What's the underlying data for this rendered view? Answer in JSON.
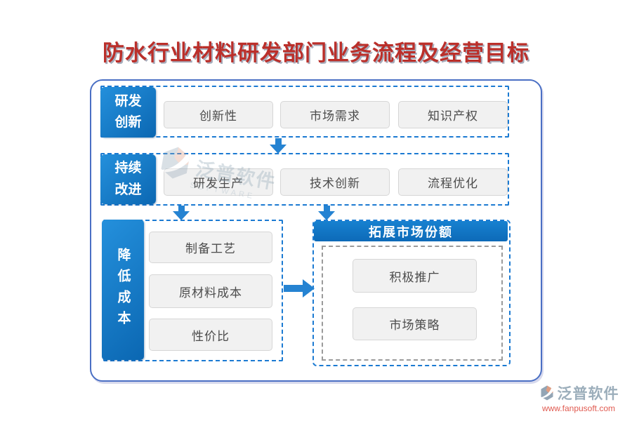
{
  "title": "防水行业材料研发部门业务流程及经营目标",
  "flow_rows": [
    {
      "label": "研发创新",
      "items": [
        "创新性",
        "市场需求",
        "知识产权"
      ]
    },
    {
      "label": "持续改进",
      "items": [
        "研发生产",
        "技术创新",
        "流程优化"
      ]
    }
  ],
  "cost_section": {
    "label": "降低成本",
    "items": [
      "制备工艺",
      "原材料成本",
      "性价比"
    ]
  },
  "market_section": {
    "header": "拓展市场份额",
    "items": [
      "积极推广",
      "市场策略"
    ]
  },
  "watermark_center": {
    "brand": "泛普软件",
    "subtext": "SOFTWARE"
  },
  "watermark_footer": {
    "brand": "泛普软件",
    "url": "www.fanpusoft.com"
  },
  "colors": {
    "accent_blue": "#0e72c2",
    "dashed_blue": "#1b7ad2",
    "frame_blue": "#4a6fc4",
    "title_red": "#bb2f2a",
    "box_gray": "#f1f1f1",
    "url_red": "#e05a50"
  }
}
